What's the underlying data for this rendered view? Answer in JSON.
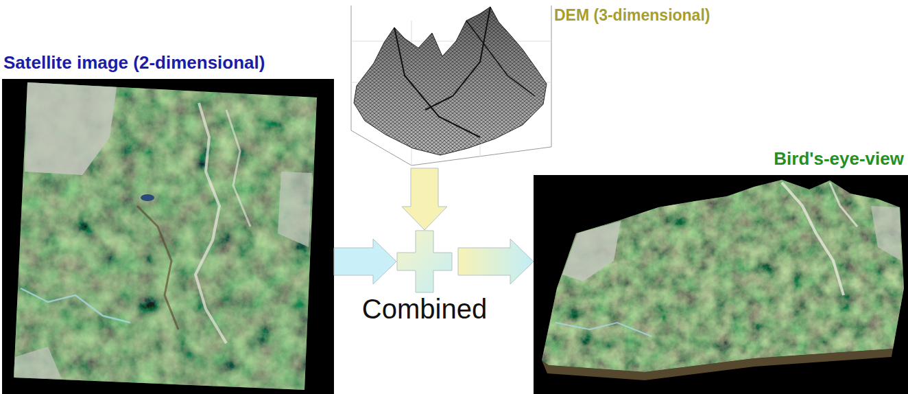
{
  "diagram": {
    "nodes": [
      {
        "text": [
          "Satellite image (2-dimensional)"
        ]
      },
      {
        "text": [
          "DEM (3-dimensional)"
        ]
      },
      {
        "text": [
          "Combined"
        ]
      },
      {
        "text": [
          "Bird's-eye-view"
        ]
      }
    ],
    "edges": [
      {
        "from": 0,
        "to": 2,
        "arrow": "to"
      },
      {
        "from": 1,
        "to": 2,
        "arrow": "to"
      },
      {
        "from": 2,
        "to": 3,
        "arrow": "to"
      }
    ]
  }
}
